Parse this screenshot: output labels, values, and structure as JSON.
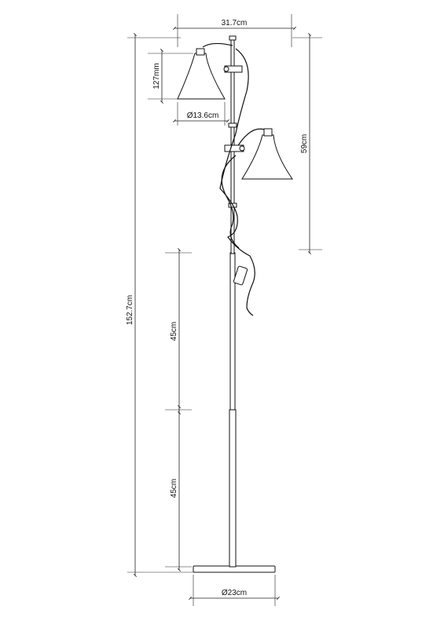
{
  "dimensions": {
    "total_height": "152.7cm",
    "head_width": "31.7cm",
    "shade_height": "127mm",
    "shade_diameter": "Ø13.6cm",
    "lower_head_offset": "59cm",
    "upper_pole_segment": "45cm",
    "lower_pole_segment": "45cm",
    "base_diameter": "Ø23cm"
  }
}
